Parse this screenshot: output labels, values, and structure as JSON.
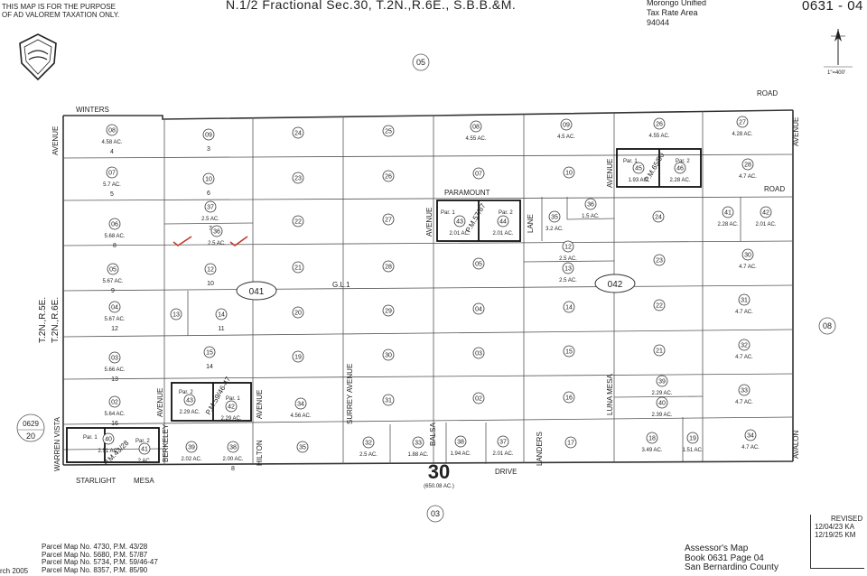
{
  "header": {
    "disclaimer_line1": "THIS MAP IS FOR THE PURPOSE",
    "disclaimer_line2": "OF AD VALOREM TAXATION ONLY.",
    "title": "N.1/2 Fractional Sec.30, T.2N.,R.6E., S.B.B.&M.",
    "tax_area_line1": "Morongo Unified",
    "tax_area_line2": "Tax Rate Area",
    "tax_area_line3": "94044",
    "book_page": "0631 - 04",
    "scale": "1\"=400'"
  },
  "adjacent_pages": {
    "north": "05",
    "south": "03",
    "east": "08",
    "west_top": "0629",
    "west_bottom": "20"
  },
  "map_labels": {
    "center_section": "30",
    "center_acres": "(650.08 AC.)",
    "oval_west": "041",
    "oval_east": "042",
    "gl": "G.L.1",
    "township_west": "T.2N.,R.5E.",
    "township_east": "T.2N.,R.6E."
  },
  "roads": {
    "winters": "WINTERS",
    "road_ne": "ROAD",
    "road_e2": "ROAD",
    "paramount": "PARAMOUNT",
    "avenue_w": "AVENUE",
    "avenue_e": "AVENUE",
    "avenue_mid": "AVENUE",
    "avenue_45": "AVENUE",
    "lane": "LANE",
    "surrey": "SURREY AVENUE",
    "luna_mesa": "LUNA MESA",
    "avalon": "AVALON",
    "warren_vista": "WARREN VISTA",
    "berkeley": "BERKELEY",
    "avenue_b2": "AVENUE",
    "hilton": "HILTON",
    "avenue_b3": "AVENUE",
    "balsa": "BALSA",
    "landers": "LANDERS",
    "starlight": "STARLIGHT",
    "mesa": "MESA",
    "drive": "DRIVE"
  },
  "parcels": [
    {
      "n": "08",
      "a": "4.58 AC.",
      "lot": "4"
    },
    {
      "n": "07",
      "a": "5.7 AC.",
      "lot": "5"
    },
    {
      "n": "06",
      "a": "5.68 AC.",
      "lot": "8"
    },
    {
      "n": "05",
      "a": "5.67 AC.",
      "lot": "9"
    },
    {
      "n": "04",
      "a": "5.67 AC.",
      "lot": "12"
    },
    {
      "n": "03",
      "a": "5.66 AC.",
      "lot": "13"
    },
    {
      "n": "02",
      "a": "5.64 AC.",
      "lot": "16"
    },
    {
      "n": "09",
      "a": "",
      "lot": "3"
    },
    {
      "n": "10",
      "a": "",
      "lot": "6"
    },
    {
      "n": "37",
      "a": "2.5 AC.",
      "lot": "7"
    },
    {
      "n": "36",
      "a": "2.5 AC.",
      "lot": ""
    },
    {
      "n": "12",
      "a": "",
      "lot": "10"
    },
    {
      "n": "13",
      "a": "",
      "lot": ""
    },
    {
      "n": "14",
      "a": "",
      "lot": "11"
    },
    {
      "n": "15",
      "a": "",
      "lot": "14"
    },
    {
      "n": "24",
      "a": "",
      "lot": ""
    },
    {
      "n": "23",
      "a": "",
      "lot": ""
    },
    {
      "n": "22",
      "a": "",
      "lot": ""
    },
    {
      "n": "21",
      "a": "",
      "lot": ""
    },
    {
      "n": "20",
      "a": "",
      "lot": ""
    },
    {
      "n": "19",
      "a": "",
      "lot": ""
    },
    {
      "n": "34",
      "a": "4.56 AC.",
      "lot": ""
    },
    {
      "n": "35",
      "a": "",
      "lot": ""
    },
    {
      "n": "25",
      "a": "",
      "lot": ""
    },
    {
      "n": "26",
      "a": "",
      "lot": ""
    },
    {
      "n": "27",
      "a": "",
      "lot": ""
    },
    {
      "n": "28",
      "a": "",
      "lot": ""
    },
    {
      "n": "29",
      "a": "",
      "lot": ""
    },
    {
      "n": "30",
      "a": "",
      "lot": ""
    },
    {
      "n": "31",
      "a": "",
      "lot": ""
    },
    {
      "n": "32",
      "a": "2.5 AC.",
      "lot": ""
    },
    {
      "n": "33",
      "a": "1.88 AC.",
      "lot": ""
    },
    {
      "n": "08",
      "a": "4.55 AC.",
      "lot": ""
    },
    {
      "n": "07",
      "a": "",
      "lot": ""
    },
    {
      "n": "43",
      "a": "2.01 AC.",
      "lot": ""
    },
    {
      "n": "44",
      "a": "2.01 AC.",
      "lot": ""
    },
    {
      "n": "05",
      "a": "",
      "lot": ""
    },
    {
      "n": "04",
      "a": "",
      "lot": ""
    },
    {
      "n": "03",
      "a": "",
      "lot": ""
    },
    {
      "n": "02",
      "a": "",
      "lot": ""
    },
    {
      "n": "38",
      "a": "1.94 AC.",
      "lot": ""
    },
    {
      "n": "37",
      "a": "2.01 AC.",
      "lot": ""
    },
    {
      "n": "09",
      "a": "4.5 AC.",
      "lot": ""
    },
    {
      "n": "10",
      "a": "",
      "lot": ""
    },
    {
      "n": "35",
      "a": "3.2 AC.",
      "lot": ""
    },
    {
      "n": "36",
      "a": "1.5 AC.",
      "lot": ""
    },
    {
      "n": "12",
      "a": "2.5 AC.",
      "lot": ""
    },
    {
      "n": "13",
      "a": "2.5 AC.",
      "lot": ""
    },
    {
      "n": "14",
      "a": "",
      "lot": ""
    },
    {
      "n": "15",
      "a": "",
      "lot": ""
    },
    {
      "n": "16",
      "a": "",
      "lot": ""
    },
    {
      "n": "17",
      "a": "",
      "lot": ""
    },
    {
      "n": "26",
      "a": "4.55 AC.",
      "lot": ""
    },
    {
      "n": "45",
      "a": "1.93 AC.",
      "lot": ""
    },
    {
      "n": "46",
      "a": "2.28 AC.",
      "lot": ""
    },
    {
      "n": "24",
      "a": "",
      "lot": ""
    },
    {
      "n": "23",
      "a": "",
      "lot": ""
    },
    {
      "n": "22",
      "a": "",
      "lot": ""
    },
    {
      "n": "21",
      "a": "",
      "lot": ""
    },
    {
      "n": "39",
      "a": "2.29 AC.",
      "lot": ""
    },
    {
      "n": "40",
      "a": "2.39 AC.",
      "lot": ""
    },
    {
      "n": "18",
      "a": "3.49 AC.",
      "lot": ""
    },
    {
      "n": "19",
      "a": "1.51 AC.",
      "lot": ""
    },
    {
      "n": "27",
      "a": "4.28 AC.",
      "lot": ""
    },
    {
      "n": "28",
      "a": "4.7 AC.",
      "lot": ""
    },
    {
      "n": "41",
      "a": "2.28 AC.",
      "lot": ""
    },
    {
      "n": "42",
      "a": "2.01 AC.",
      "lot": ""
    },
    {
      "n": "30",
      "a": "4.7 AC.",
      "lot": ""
    },
    {
      "n": "31",
      "a": "4.7 AC.",
      "lot": ""
    },
    {
      "n": "32",
      "a": "4.7 AC.",
      "lot": ""
    },
    {
      "n": "33",
      "a": "4.7 AC.",
      "lot": ""
    },
    {
      "n": "34",
      "a": "4.7 AC.",
      "lot": ""
    },
    {
      "n": "43",
      "a": "2.29 AC.",
      "lot": ""
    },
    {
      "n": "42",
      "a": "2.29 AC.",
      "lot": ""
    },
    {
      "n": "39",
      "a": "2.02 AC.",
      "lot": ""
    },
    {
      "n": "38",
      "a": "2.00 AC.",
      "lot": "8"
    },
    {
      "n": "40",
      "a": "2.51 AC.",
      "lot": ""
    },
    {
      "n": "41",
      "a": "2 AC.",
      "lot": ""
    }
  ],
  "parcel_map_labels": {
    "pm1": "P.M.57/87",
    "pm2": "P.M.65/90",
    "pm3": "P.M.59/46-47",
    "pm4": "P.M.43/28",
    "par1": "Par. 1",
    "par2": "Par. 2"
  },
  "footer": {
    "pm_lines": [
      "Parcel Map No. 4730, P.M. 43/28",
      "Parcel Map No. 5680, P.M. 57/87",
      "Parcel Map No. 5734, P.M. 59/46-47",
      "Parcel Map No. 8357, P.M. 85/90"
    ],
    "assessor_line1": "Assessor's Map",
    "assessor_line2": "Book 0631 Page 04",
    "assessor_line3": "San Bernardino County",
    "revised_title": "REVISED",
    "revised_1": "12/04/23 KA",
    "revised_2": "12/19/25 KM",
    "copyright": "rch 2005"
  }
}
